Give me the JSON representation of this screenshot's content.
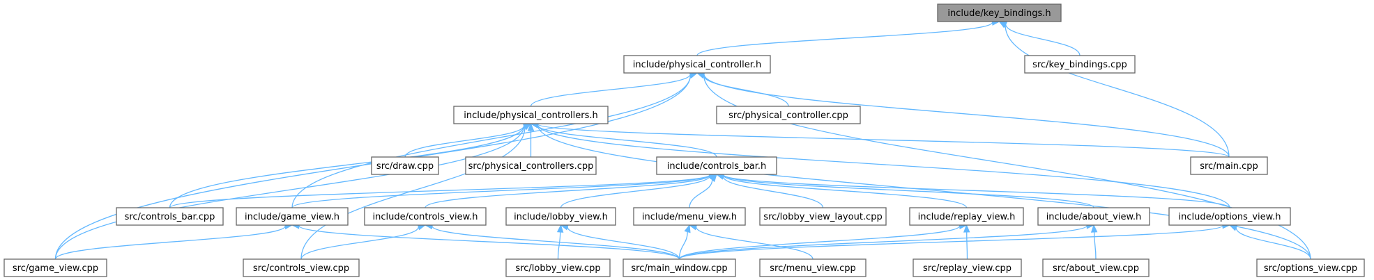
{
  "diagram": {
    "nodes": {
      "key_bindings_h": "include/key_bindings.h",
      "physical_controller_h": "include/physical_controller.h",
      "key_bindings_cpp": "src/key_bindings.cpp",
      "physical_controllers_h": "include/physical_controllers.h",
      "physical_controller_cpp": "src/physical_controller.cpp",
      "draw_cpp": "src/draw.cpp",
      "physical_controllers_cpp": "src/physical_controllers.cpp",
      "controls_bar_h": "include/controls_bar.h",
      "main_cpp": "src/main.cpp",
      "controls_bar_cpp": "src/controls_bar.cpp",
      "game_view_h": "include/game_view.h",
      "controls_view_h": "include/controls_view.h",
      "lobby_view_h": "include/lobby_view.h",
      "menu_view_h": "include/menu_view.h",
      "lobby_view_layout_cpp": "src/lobby_view_layout.cpp",
      "replay_view_h": "include/replay_view.h",
      "about_view_h": "include/about_view.h",
      "options_view_h": "include/options_view.h",
      "game_view_cpp": "src/game_view.cpp",
      "controls_view_cpp": "src/controls_view.cpp",
      "lobby_view_cpp": "src/lobby_view.cpp",
      "main_window_cpp": "src/main_window.cpp",
      "menu_view_cpp": "src/menu_view.cpp",
      "replay_view_cpp": "src/replay_view.cpp",
      "about_view_cpp": "src/about_view.cpp",
      "options_view_cpp": "src/options_view.cpp"
    },
    "root": "key_bindings_h",
    "edge_color": "#63b8ff",
    "root_fill": "#999999",
    "edges": [
      [
        "key_bindings_h",
        "physical_controller_h"
      ],
      [
        "key_bindings_h",
        "key_bindings_cpp"
      ],
      [
        "key_bindings_h",
        "main_cpp"
      ],
      [
        "physical_controller_h",
        "physical_controllers_h"
      ],
      [
        "physical_controller_h",
        "physical_controller_cpp"
      ],
      [
        "physical_controller_h",
        "game_view_cpp"
      ],
      [
        "physical_controller_h",
        "main_cpp"
      ],
      [
        "physical_controller_h",
        "game_view_h"
      ],
      [
        "physical_controller_h",
        "options_view_cpp"
      ],
      [
        "physical_controllers_h",
        "draw_cpp"
      ],
      [
        "physical_controllers_h",
        "physical_controllers_cpp"
      ],
      [
        "physical_controllers_h",
        "controls_bar_h"
      ],
      [
        "physical_controllers_h",
        "main_cpp"
      ],
      [
        "physical_controllers_h",
        "controls_bar_cpp"
      ],
      [
        "physical_controllers_h",
        "game_view_cpp"
      ],
      [
        "physical_controllers_h",
        "controls_view_cpp"
      ],
      [
        "physical_controllers_h",
        "options_view_h"
      ],
      [
        "physical_controllers_h",
        "options_view_cpp"
      ],
      [
        "controls_bar_h",
        "controls_bar_cpp"
      ],
      [
        "controls_bar_h",
        "game_view_h"
      ],
      [
        "controls_bar_h",
        "controls_view_h"
      ],
      [
        "controls_bar_h",
        "lobby_view_h"
      ],
      [
        "controls_bar_h",
        "menu_view_h"
      ],
      [
        "controls_bar_h",
        "lobby_view_layout_cpp"
      ],
      [
        "controls_bar_h",
        "replay_view_h"
      ],
      [
        "controls_bar_h",
        "about_view_h"
      ],
      [
        "controls_bar_h",
        "options_view_h"
      ],
      [
        "game_view_h",
        "game_view_cpp"
      ],
      [
        "game_view_h",
        "main_window_cpp"
      ],
      [
        "controls_view_h",
        "controls_view_cpp"
      ],
      [
        "controls_view_h",
        "main_window_cpp"
      ],
      [
        "lobby_view_h",
        "lobby_view_cpp"
      ],
      [
        "lobby_view_h",
        "main_window_cpp"
      ],
      [
        "menu_view_h",
        "main_window_cpp"
      ],
      [
        "menu_view_h",
        "menu_view_cpp"
      ],
      [
        "replay_view_h",
        "main_window_cpp"
      ],
      [
        "replay_view_h",
        "replay_view_cpp"
      ],
      [
        "about_view_h",
        "main_window_cpp"
      ],
      [
        "about_view_h",
        "about_view_cpp"
      ],
      [
        "options_view_h",
        "main_window_cpp"
      ],
      [
        "options_view_h",
        "options_view_cpp"
      ]
    ]
  }
}
